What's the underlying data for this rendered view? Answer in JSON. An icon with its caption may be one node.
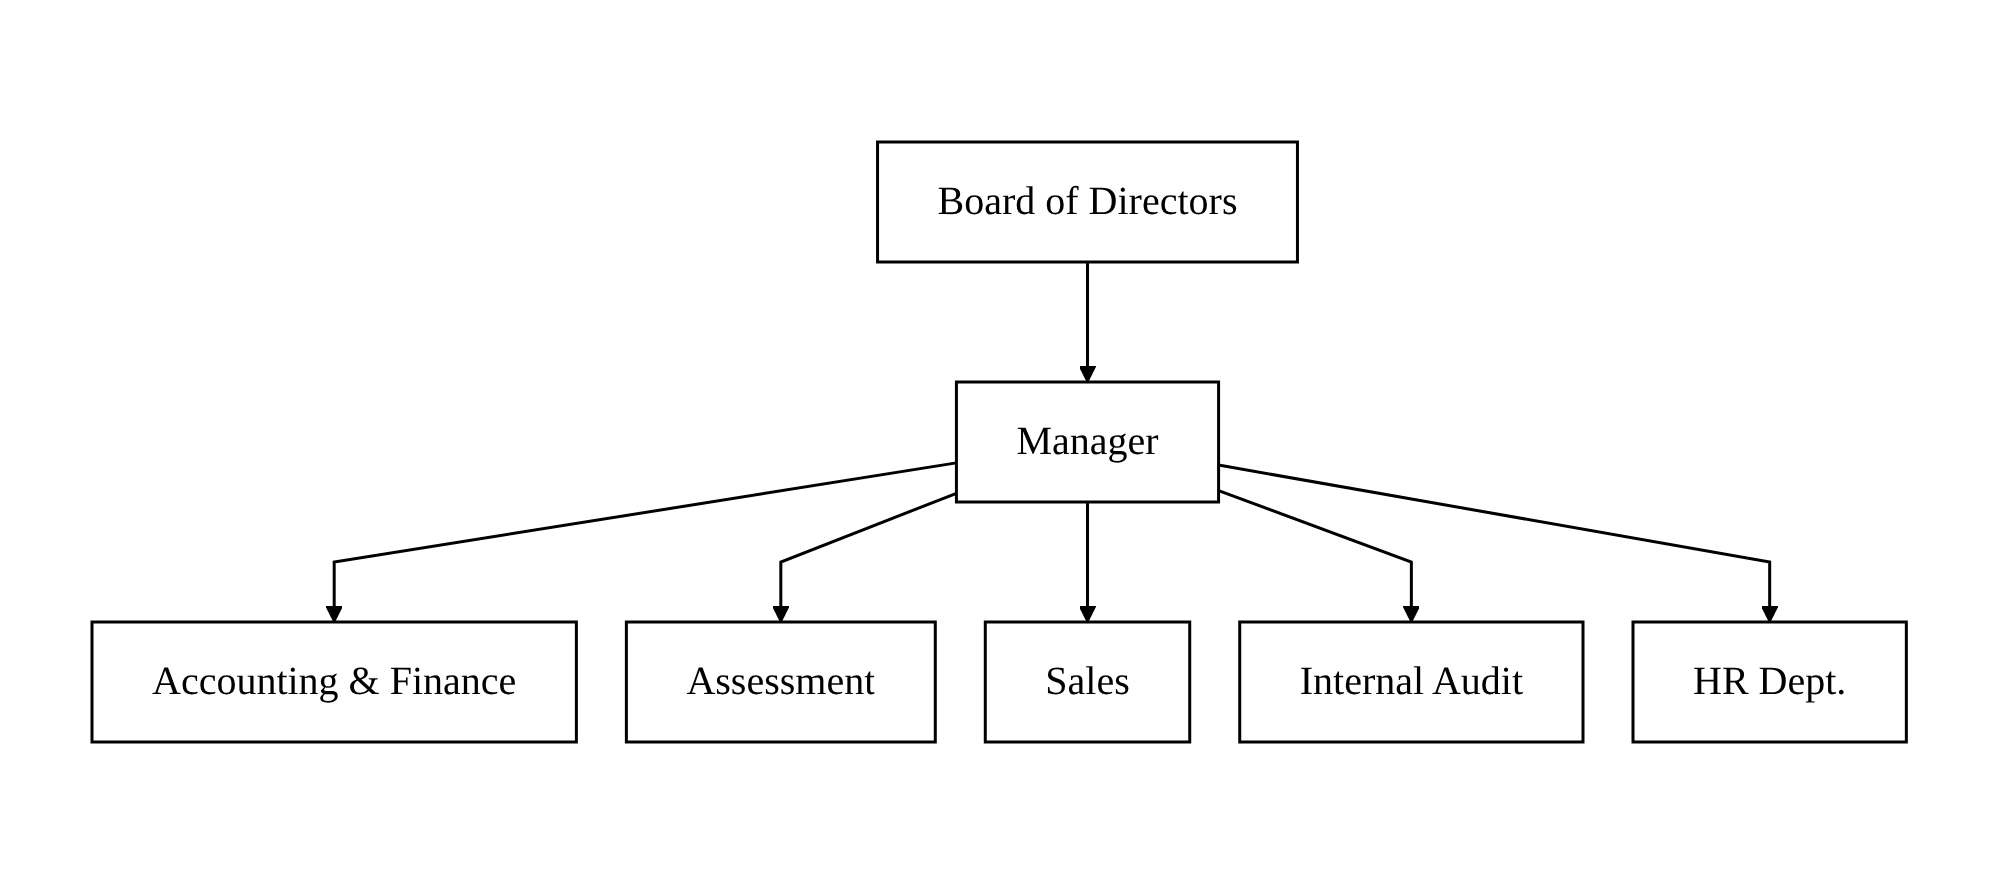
{
  "diagram": {
    "nodes": [
      {
        "text": [
          "Board of Directors"
        ]
      },
      {
        "text": [
          "Manager"
        ]
      },
      {
        "text": [
          "Accounting & Finance"
        ]
      },
      {
        "text": [
          "Assessment"
        ]
      },
      {
        "text": [
          "Sales"
        ]
      },
      {
        "text": [
          "Internal Audit"
        ]
      },
      {
        "text": [
          "HR Dept."
        ]
      }
    ],
    "edges": [
      {
        "from": 0,
        "to": 1,
        "arrow": "to"
      },
      {
        "from": 1,
        "to": 2,
        "arrow": "to"
      },
      {
        "from": 1,
        "to": 3,
        "arrow": "to"
      },
      {
        "from": 1,
        "to": 4,
        "arrow": "to"
      },
      {
        "from": 1,
        "to": 5,
        "arrow": "to"
      },
      {
        "from": 1,
        "to": 6,
        "arrow": "to"
      }
    ]
  }
}
